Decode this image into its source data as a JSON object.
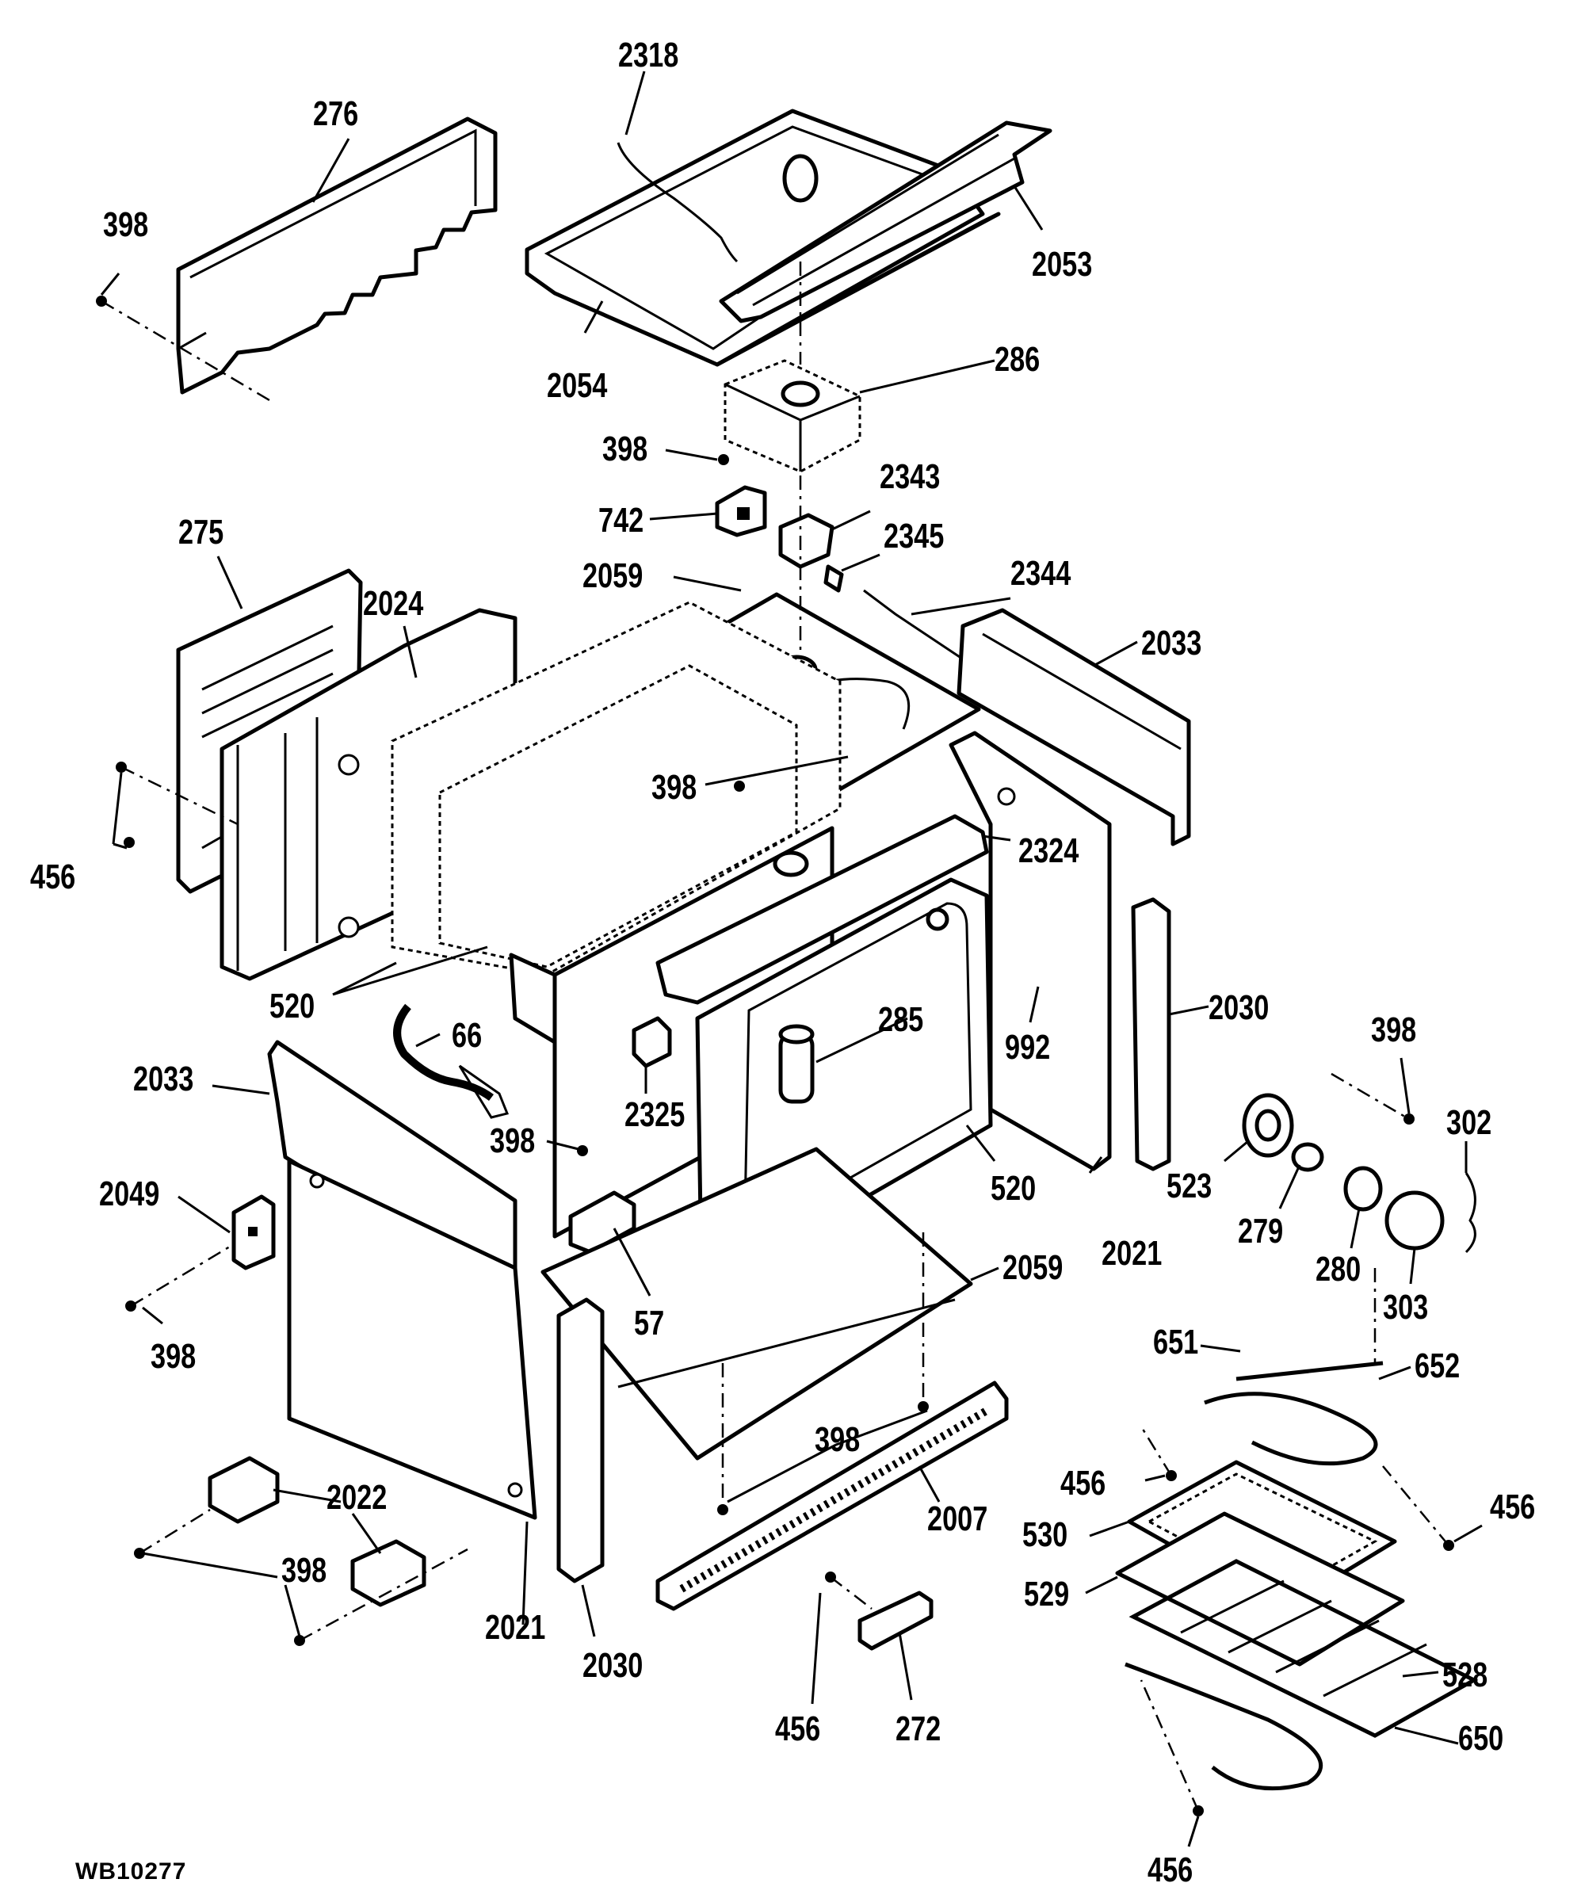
{
  "diagram_code": "WB10277",
  "parts": [
    {
      "id": "p276",
      "number": "276"
    },
    {
      "id": "p2318",
      "number": "2318"
    },
    {
      "id": "p398_tl",
      "number": "398"
    },
    {
      "id": "p2053",
      "number": "2053"
    },
    {
      "id": "p2054",
      "number": "2054"
    },
    {
      "id": "p286",
      "number": "286"
    },
    {
      "id": "p398_fm",
      "number": "398"
    },
    {
      "id": "p2343",
      "number": "2343"
    },
    {
      "id": "p742",
      "number": "742"
    },
    {
      "id": "p275",
      "number": "275"
    },
    {
      "id": "p2345",
      "number": "2345"
    },
    {
      "id": "p2059_top",
      "number": "2059"
    },
    {
      "id": "p2344",
      "number": "2344"
    },
    {
      "id": "p2024",
      "number": "2024"
    },
    {
      "id": "p2033_r",
      "number": "2033"
    },
    {
      "id": "p398_top",
      "number": "398"
    },
    {
      "id": "p456_l",
      "number": "456"
    },
    {
      "id": "p2324",
      "number": "2324"
    },
    {
      "id": "p520_l",
      "number": "520"
    },
    {
      "id": "p2030_r",
      "number": "2030"
    },
    {
      "id": "p66",
      "number": "66"
    },
    {
      "id": "p285",
      "number": "285"
    },
    {
      "id": "p992",
      "number": "992"
    },
    {
      "id": "p398_r",
      "number": "398"
    },
    {
      "id": "p2033_l",
      "number": "2033"
    },
    {
      "id": "p302",
      "number": "302"
    },
    {
      "id": "p2325",
      "number": "2325"
    },
    {
      "id": "p398_mid",
      "number": "398"
    },
    {
      "id": "p2049",
      "number": "2049"
    },
    {
      "id": "p520_r",
      "number": "520"
    },
    {
      "id": "p523",
      "number": "523"
    },
    {
      "id": "p2021_r",
      "number": "2021"
    },
    {
      "id": "p279",
      "number": "279"
    },
    {
      "id": "p2059_bot",
      "number": "2059"
    },
    {
      "id": "p280",
      "number": "280"
    },
    {
      "id": "p303",
      "number": "303"
    },
    {
      "id": "p57",
      "number": "57"
    },
    {
      "id": "p398_ll",
      "number": "398"
    },
    {
      "id": "p651",
      "number": "651"
    },
    {
      "id": "p652",
      "number": "652"
    },
    {
      "id": "p398_bm",
      "number": "398"
    },
    {
      "id": "p2022",
      "number": "2022"
    },
    {
      "id": "p2007",
      "number": "2007"
    },
    {
      "id": "p456_br",
      "number": "456"
    },
    {
      "id": "p456_r",
      "number": "456"
    },
    {
      "id": "p530",
      "number": "530"
    },
    {
      "id": "p398_bl",
      "number": "398"
    },
    {
      "id": "p529",
      "number": "529"
    },
    {
      "id": "p2021_l",
      "number": "2021"
    },
    {
      "id": "p2030_b",
      "number": "2030"
    },
    {
      "id": "p528",
      "number": "528"
    },
    {
      "id": "p456_b",
      "number": "456"
    },
    {
      "id": "p272",
      "number": "272"
    },
    {
      "id": "p650",
      "number": "650"
    },
    {
      "id": "p456_bot",
      "number": "456"
    }
  ]
}
